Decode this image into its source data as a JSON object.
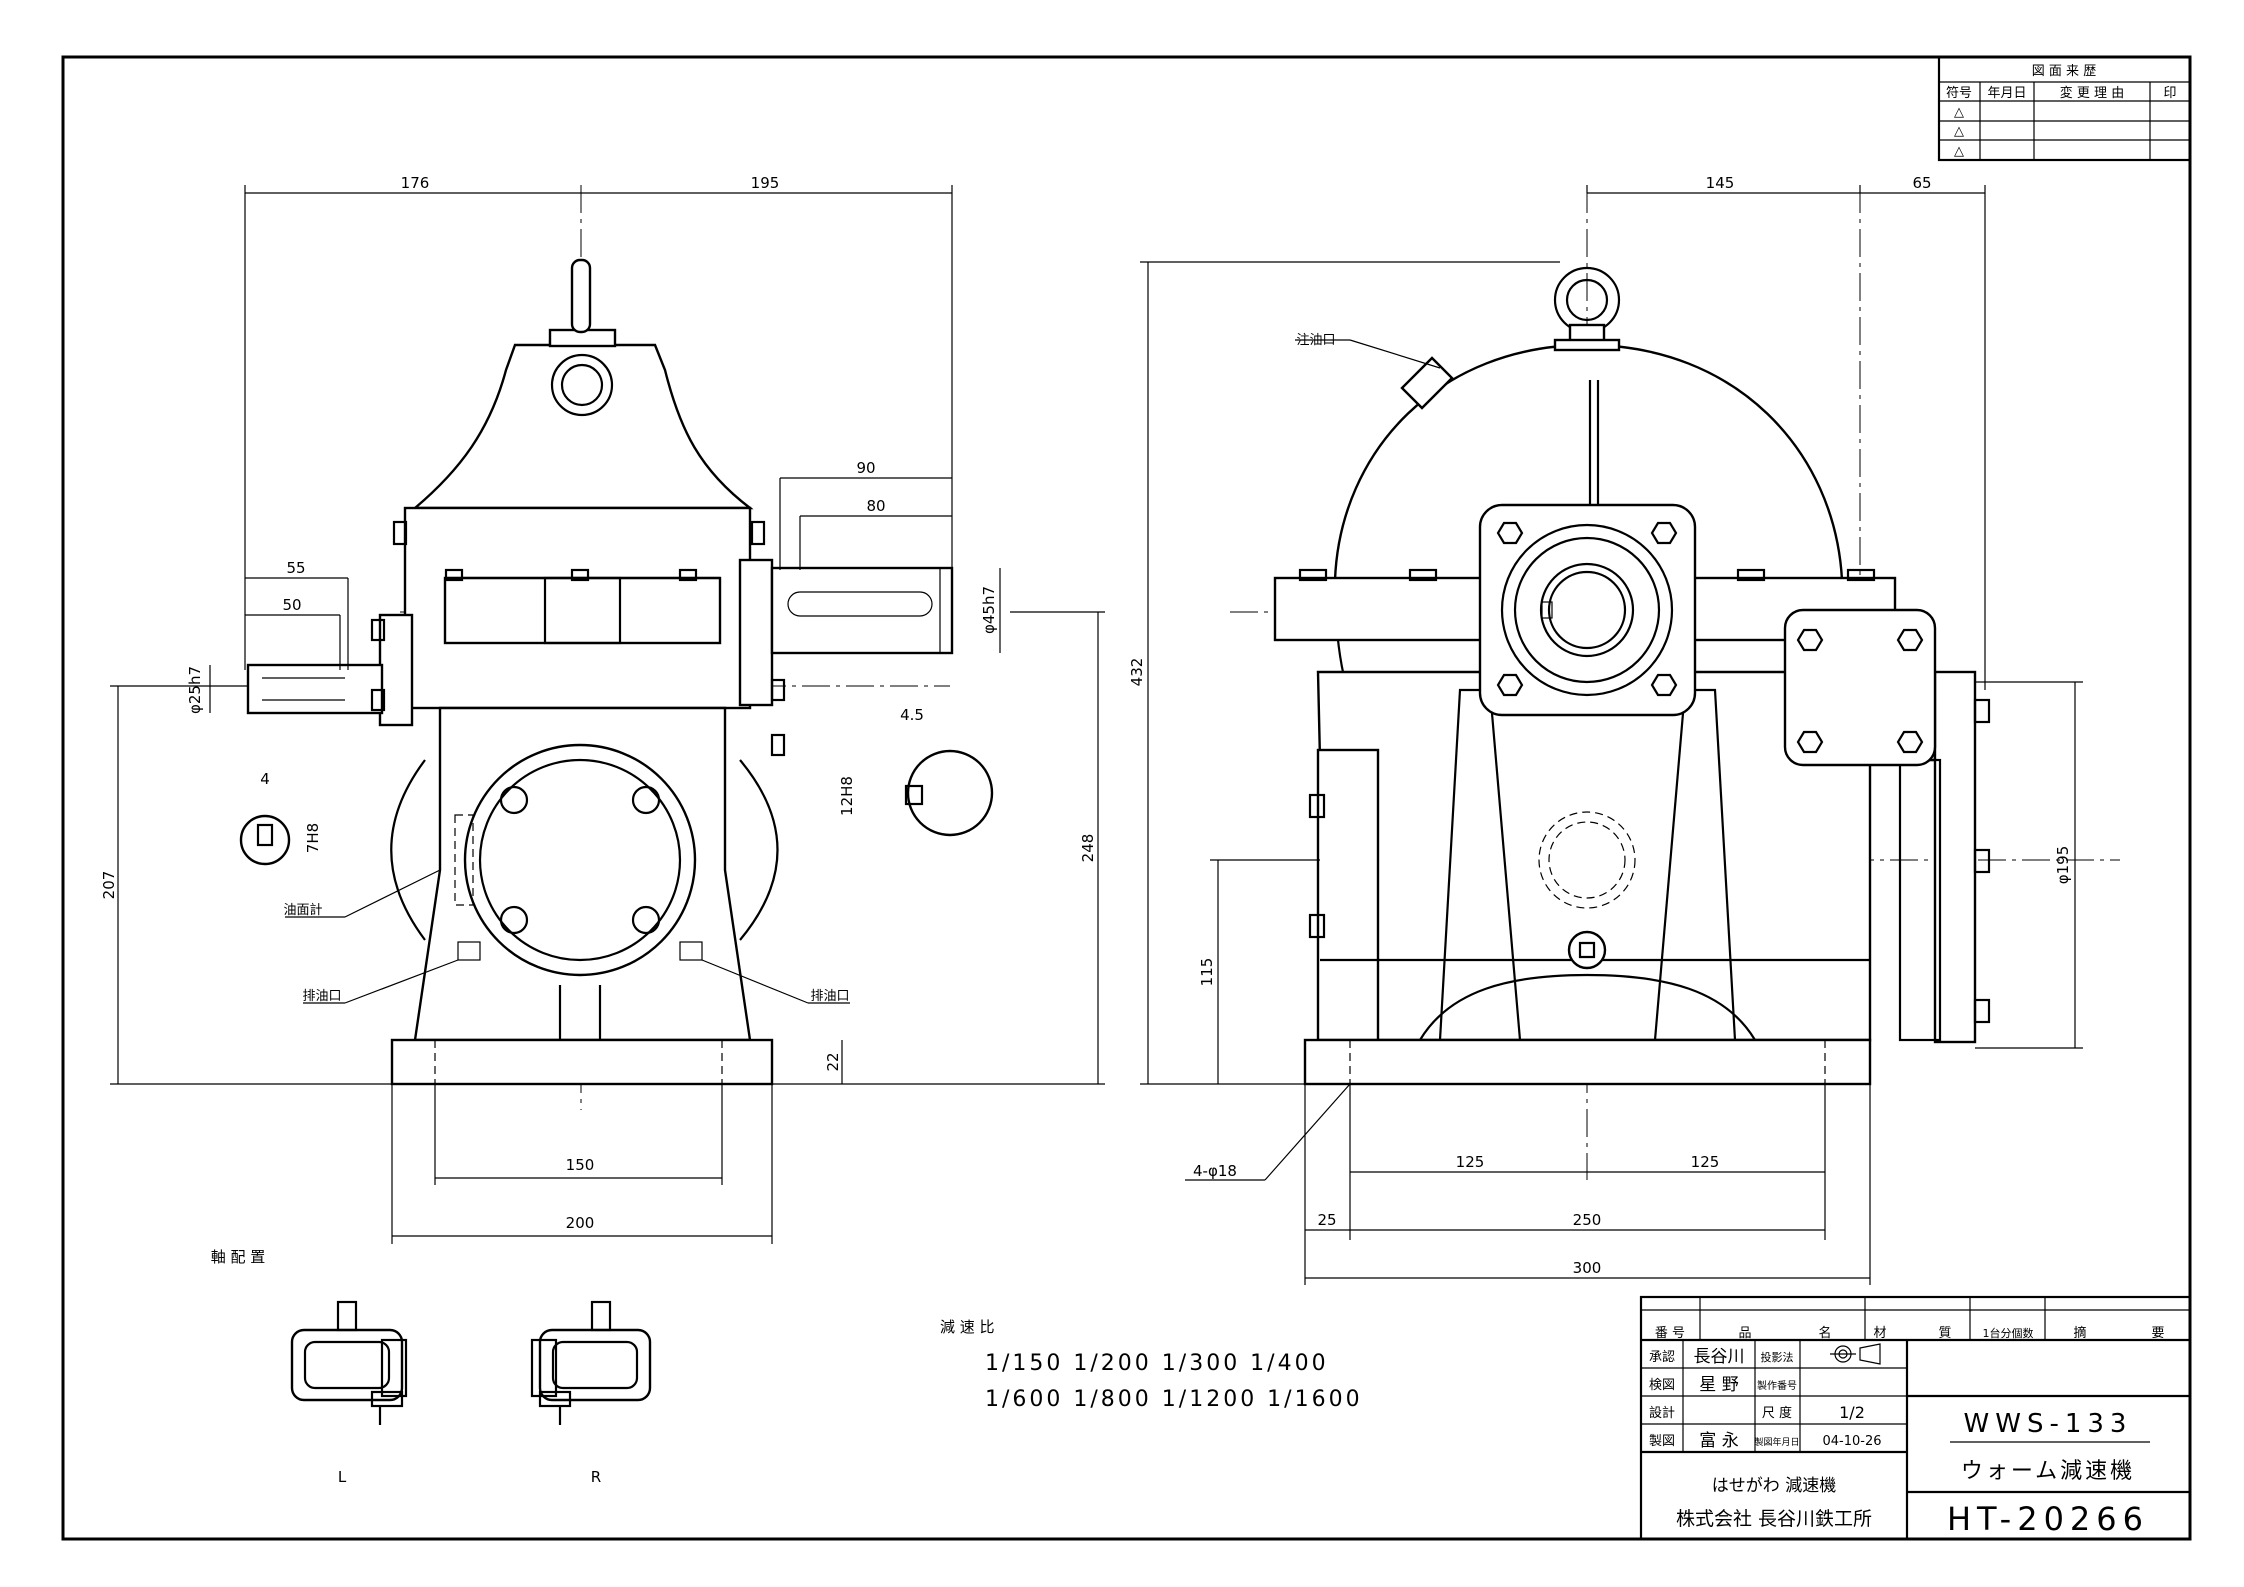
{
  "revision_block": {
    "title": "図 面 来 歴",
    "headers": [
      "符号",
      "年月日",
      "変 更 理 由",
      "印"
    ],
    "marks": [
      "△",
      "△",
      "△"
    ]
  },
  "front_view": {
    "dims": {
      "top_left": "176",
      "top_right": "195",
      "shaft_len_90": "90",
      "shaft_len_80": "80",
      "shaft_len_55": "55",
      "shaft_len_50": "50",
      "dia_right": "φ45h7",
      "dia_left": "φ25h7",
      "key_4": "4",
      "key_7h8": "7H8",
      "key_4_5": "4.5",
      "key_12h8": "12H8",
      "height_207": "207",
      "height_248": "248",
      "base_22": "22",
      "base_150": "150",
      "base_200": "200"
    },
    "labels": {
      "oil_gauge": "油面計",
      "drain_left": "排油口",
      "drain_right": "排油口"
    }
  },
  "side_view": {
    "dims": {
      "top_145": "145",
      "top_65": "65",
      "height_432": "432",
      "height_115": "115",
      "dia_195": "φ195",
      "bolt_holes": "4-φ18",
      "b125a": "125",
      "b125b": "125",
      "b25": "25",
      "b250": "250",
      "b300": "300"
    },
    "labels": {
      "oil_fill": "注油口"
    }
  },
  "shaft_arrangement": {
    "title": "軸 配 置",
    "left_label": "L",
    "right_label": "R"
  },
  "reduction_ratio": {
    "title": "減 速 比",
    "line1": "1/150  1/200  1/300  1/400",
    "line2": "1/600  1/800  1/1200  1/1600"
  },
  "title_block": {
    "headers": [
      "番 号",
      "品",
      "名",
      "材",
      "質",
      "1台分個数",
      "摘",
      "要"
    ],
    "rows": [
      {
        "role": "承認",
        "name": "長谷川",
        "field": "投影法",
        "value": ""
      },
      {
        "role": "検図",
        "name": "星 野",
        "field": "製作番号",
        "value": ""
      },
      {
        "role": "設計",
        "name": "",
        "field": "尺 度",
        "value": "1/2"
      },
      {
        "role": "製図",
        "name": "富 永",
        "field": "製図年月日",
        "value": "04-10-26"
      }
    ],
    "model": "WWS-133",
    "product": "ウォーム減速機",
    "drawing_no": "HT-20266",
    "brand": "はせがわ 減速機",
    "company": "株式会社 長谷川鉄工所"
  }
}
